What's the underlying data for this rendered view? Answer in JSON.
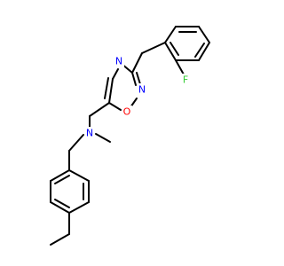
{
  "molecule": {
    "atoms": [
      {
        "id": "N_oxa",
        "label": "N",
        "color": "#0000ff"
      },
      {
        "id": "N_oxa2",
        "label": "N",
        "color": "#0000ff"
      },
      {
        "id": "O_oxa",
        "label": "O",
        "color": "#ff0000"
      },
      {
        "id": "F",
        "label": "F",
        "color": "#33cc33"
      },
      {
        "id": "N_amine",
        "label": "N",
        "color": "#0000ff"
      }
    ]
  }
}
